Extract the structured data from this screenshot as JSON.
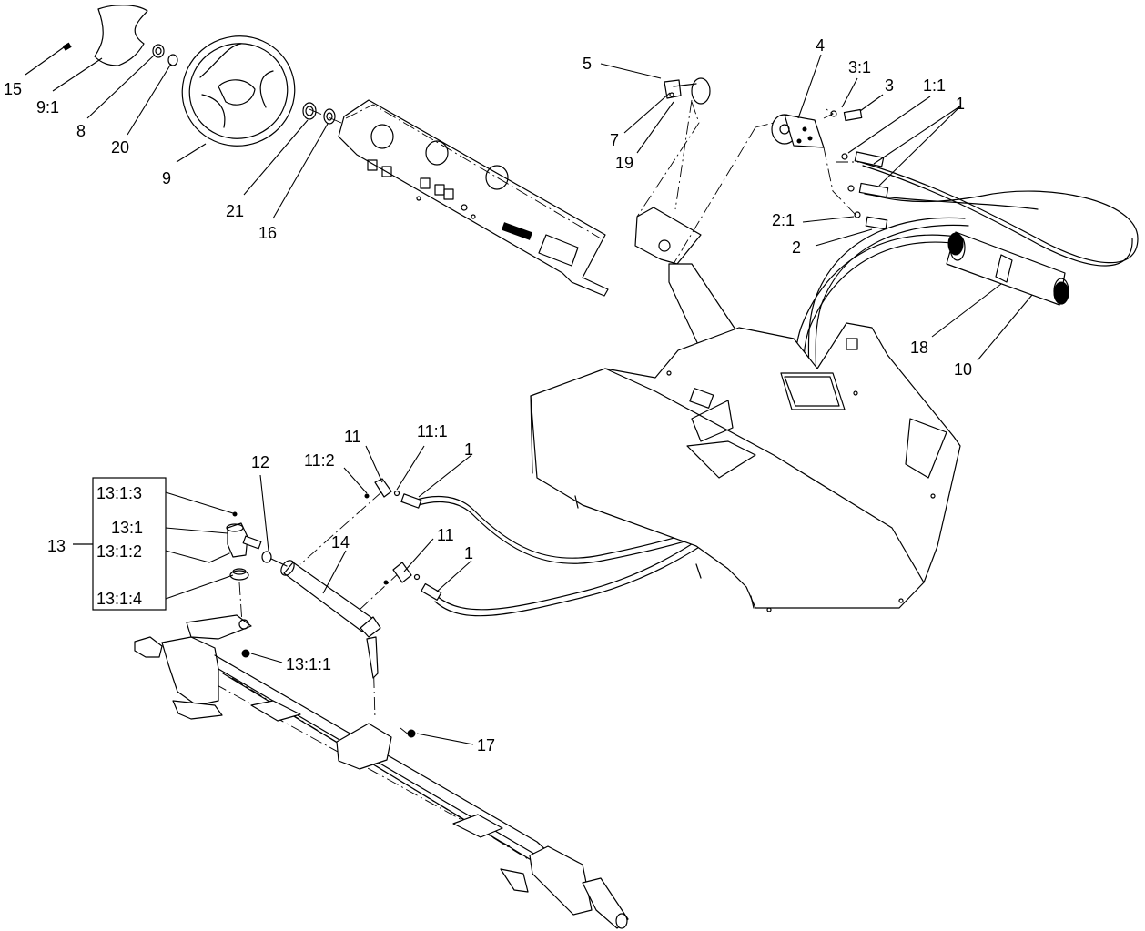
{
  "callouts": {
    "c15": "15",
    "c9_1": "9:1",
    "c8": "8",
    "c20": "20",
    "c9": "9",
    "c21": "21",
    "c16": "16",
    "c5": "5",
    "c7": "7",
    "c19": "19",
    "c4": "4",
    "c3_1": "3:1",
    "c3": "3",
    "c1_1": "1:1",
    "c1_top": "1",
    "c2_1": "2:1",
    "c2": "2",
    "c18": "18",
    "c10": "10",
    "c12": "12",
    "c11_a": "11",
    "c11_1": "11:1",
    "c11_2": "11:2",
    "c1_mid": "1",
    "c13_1_3": "13:1:3",
    "c13_1": "13:1",
    "c13_1_2": "13:1:2",
    "c13_1_4": "13:1:4",
    "c13": "13",
    "c14": "14",
    "c11_b": "11",
    "c1_low": "1",
    "c13_1_1": "13:1:1",
    "c17": "17"
  }
}
